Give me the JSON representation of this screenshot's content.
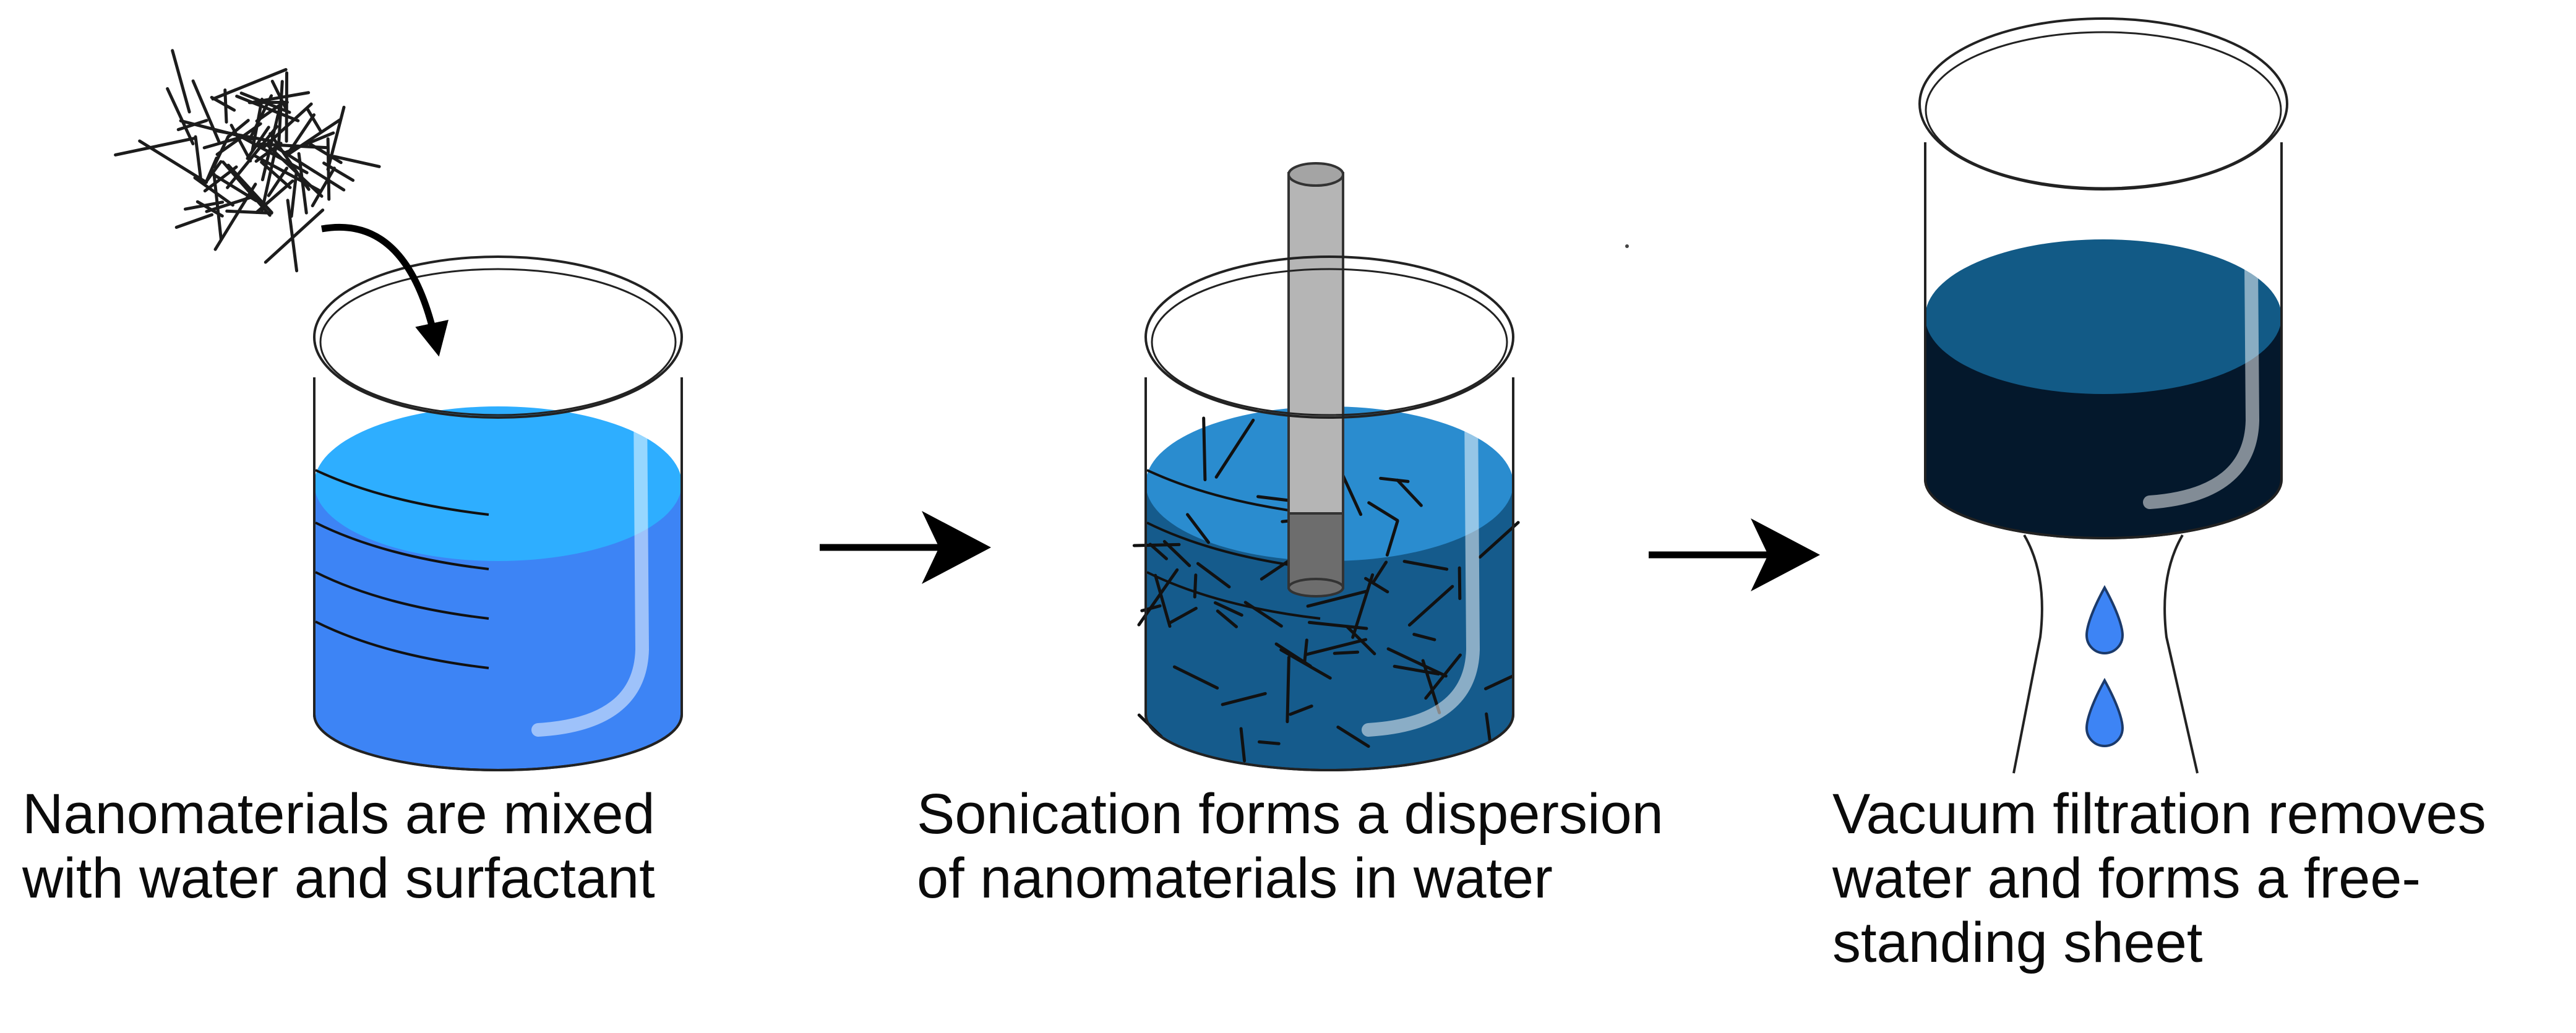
{
  "steps": [
    {
      "caption": "Nanomaterials are mixed\nwith water and surfactant"
    },
    {
      "caption": "Sonication forms a dispersion\nof nanomaterials in water"
    },
    {
      "caption": "Vacuum filtration removes\nwater and forms a free-\nstanding sheet"
    }
  ],
  "colors": {
    "water": "#3d84f5",
    "water_surface": "#2eaeff",
    "dispersion": "#155b8c",
    "dispersion_surface": "#2a8ccf",
    "filter_cake": "#04182c",
    "filter_surface": "#125a86",
    "probe": "#b5b5b5",
    "droplet": "#3d84f5",
    "outline": "#222222"
  }
}
